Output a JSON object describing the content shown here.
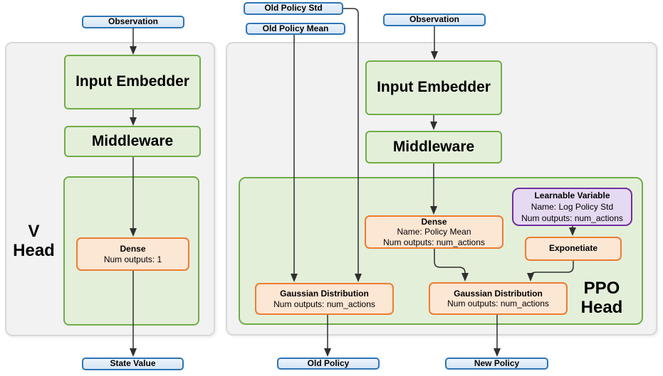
{
  "colors": {
    "blue_border": "#2e75b6",
    "blue_fill": "#d5e5f5",
    "green_border": "#70ad47",
    "green_fill": "#e4efda",
    "orange_border": "#ed7d31",
    "orange_fill": "#fce6d4",
    "purple_border": "#7030a0",
    "purple_fill": "#e6d9f2",
    "gray_fill": "#f2f2f2",
    "gray_border": "#d8d8d8",
    "line_color": "#2f2f2f",
    "text_color": "#000000"
  },
  "v_head": {
    "label_line1": "V",
    "label_line2": "Head",
    "observation": "Observation",
    "input_embedder": "Input Embedder",
    "middleware": "Middleware",
    "dense": {
      "title": "Dense",
      "outputs": "Num outputs: 1"
    },
    "state_value": "State Value"
  },
  "ppo_head": {
    "label_line1": "PPO",
    "label_line2": "Head",
    "old_policy_std": "Old Policy Std",
    "old_policy_mean": "Old Policy Mean",
    "observation": "Observation",
    "input_embedder": "Input Embedder",
    "middleware": "Middleware",
    "dense": {
      "title": "Dense",
      "name": "Name: Policy Mean",
      "outputs": "Num outputs: num_actions"
    },
    "learnable_variable": {
      "title": "Learnable Variable",
      "name": "Name: Log Policy Std",
      "outputs": "Num outputs: num_actions"
    },
    "exponetiate": "Exponetiate",
    "gaussian_old": {
      "title": "Gaussian Distribution",
      "outputs": "Num outputs: num_actions"
    },
    "gaussian_new": {
      "title": "Gaussian Distribution",
      "outputs": "Num outputs: num_actions"
    },
    "old_policy": "Old Policy",
    "new_policy": "New Policy"
  }
}
